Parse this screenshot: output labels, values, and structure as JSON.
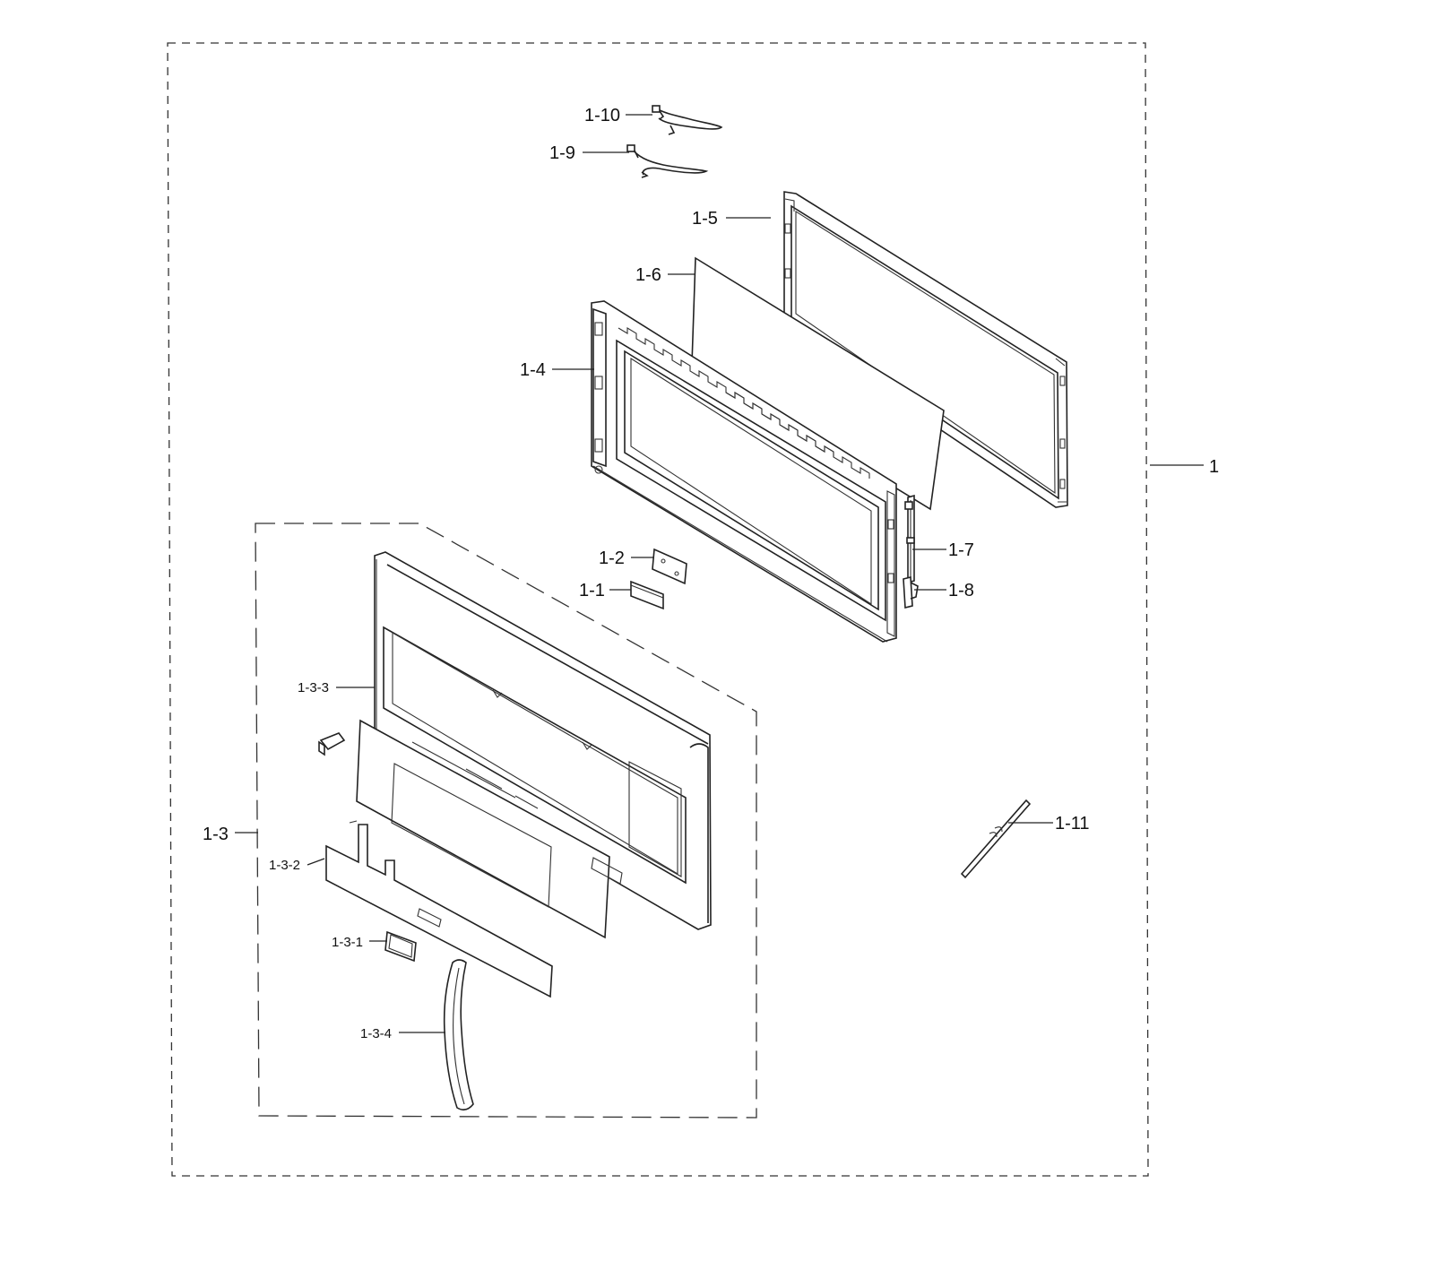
{
  "diagram": {
    "labels": {
      "p1": "1",
      "p1_1": "1-1",
      "p1_2": "1-2",
      "p1_3": "1-3",
      "p1_3_1": "1-3-1",
      "p1_3_2": "1-3-2",
      "p1_3_3": "1-3-3",
      "p1_3_4": "1-3-4",
      "p1_4": "1-4",
      "p1_5": "1-5",
      "p1_6": "1-6",
      "p1_7": "1-7",
      "p1_8": "1-8",
      "p1_9": "1-9",
      "p1_10": "1-10",
      "p1_11": "1-11"
    }
  }
}
